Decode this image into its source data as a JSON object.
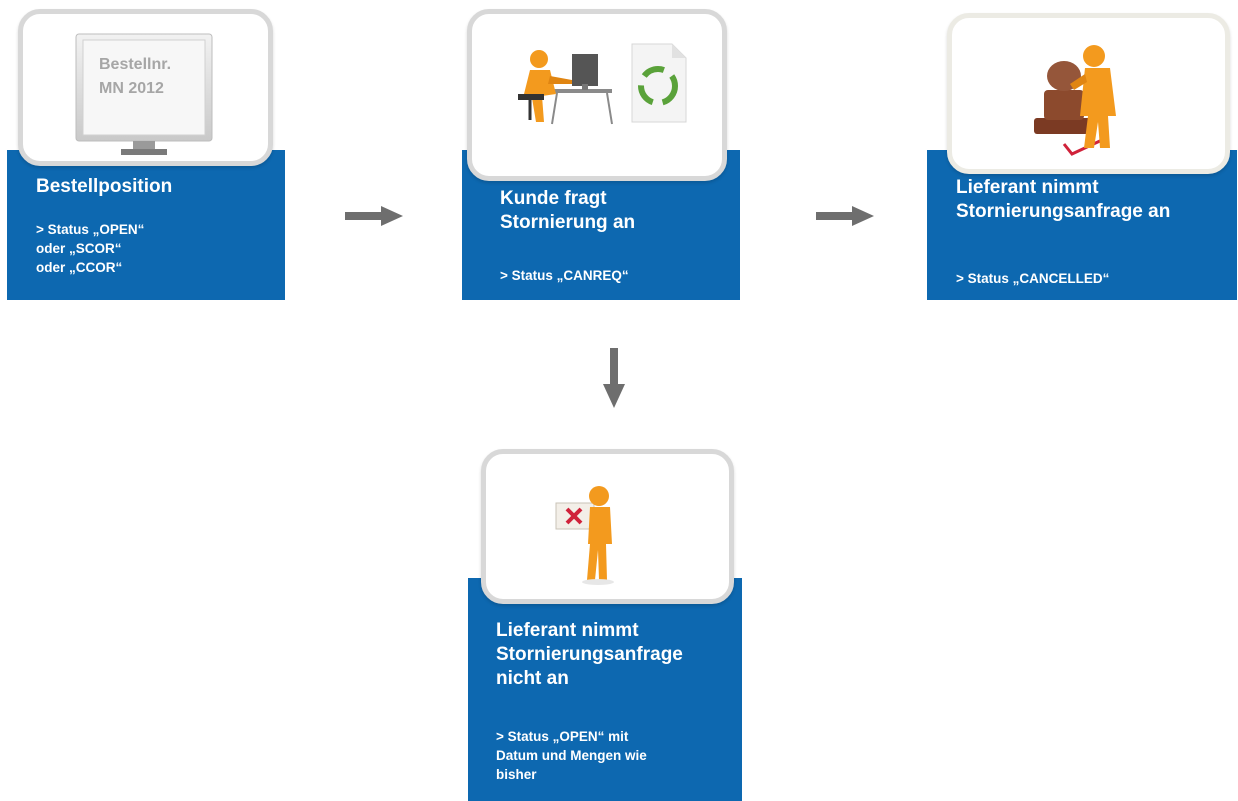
{
  "steps": [
    {
      "id": "bestellposition",
      "image_label": [
        "Bestellnr.",
        "MN 2012"
      ],
      "title": [
        "Bestellposition"
      ],
      "status": [
        "> Status „OPEN“",
        "oder „SCOR“",
        "oder „CCOR“"
      ],
      "icon": "monitor-icon"
    },
    {
      "id": "kunde",
      "title": [
        "Kunde fragt",
        "Stornierung an"
      ],
      "status": [
        "> Status „CANREQ“"
      ],
      "icon": "person-at-desk-recycle-icon"
    },
    {
      "id": "lieferant-annimmt",
      "title": [
        "Lieferant nimmt",
        "Stornierungsanfrage an"
      ],
      "status": [
        "> Status „CANCELLED“"
      ],
      "icon": "stamp-person-icon"
    },
    {
      "id": "lieferant-ablehnt",
      "title": [
        "Lieferant nimmt",
        "Stornierungsanfrage",
        "nicht an"
      ],
      "status": [
        "> Status „OPEN“ mit",
        "Datum und Mengen wie",
        "bisher"
      ],
      "icon": "person-reject-sign-icon"
    }
  ],
  "colors": {
    "box": "#0d68b0",
    "text": "#ffffff",
    "card_border": "#d8d8d8",
    "arrow": "#6e6e6e"
  }
}
